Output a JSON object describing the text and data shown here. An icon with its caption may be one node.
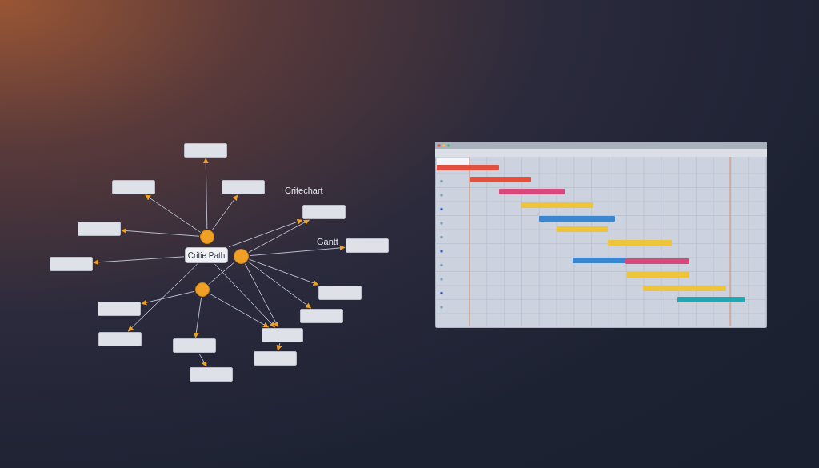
{
  "diagram": {
    "nodes": [
      {
        "text": [
          "Critie Path"
        ]
      },
      {
        "text": [],
        "shape": "circle"
      },
      {
        "text": [],
        "shape": "circle"
      },
      {
        "text": [],
        "shape": "circle"
      },
      {
        "text": [],
        "shape": "box"
      },
      {
        "text": [],
        "shape": "box"
      },
      {
        "text": [],
        "shape": "box"
      },
      {
        "text": [],
        "shape": "box"
      },
      {
        "text": [],
        "shape": "box"
      },
      {
        "text": [],
        "shape": "box"
      },
      {
        "text": [],
        "shape": "box"
      },
      {
        "text": [],
        "shape": "box"
      },
      {
        "text": [],
        "shape": "box"
      },
      {
        "text": [],
        "shape": "box"
      },
      {
        "text": [],
        "shape": "box"
      },
      {
        "text": [],
        "shape": "box"
      },
      {
        "text": [],
        "shape": "box"
      },
      {
        "text": [],
        "shape": "box"
      },
      {
        "text": [],
        "shape": "box"
      }
    ],
    "edges": [
      {
        "from": 1,
        "to": 4,
        "arrow": "to"
      },
      {
        "from": 1,
        "to": 6,
        "arrow": "to"
      },
      {
        "from": 1,
        "to": 5,
        "arrow": "to"
      },
      {
        "from": 1,
        "to": 7,
        "arrow": "to"
      },
      {
        "from": 0,
        "to": 9,
        "arrow": "to"
      },
      {
        "from": 0,
        "to": 8,
        "arrow": "to"
      },
      {
        "from": 2,
        "to": 8,
        "arrow": "to"
      },
      {
        "from": 2,
        "to": 10,
        "arrow": "to"
      },
      {
        "from": 2,
        "to": 11,
        "arrow": "to"
      },
      {
        "from": 2,
        "to": 13,
        "arrow": "to"
      },
      {
        "from": 2,
        "to": 16,
        "arrow": "to"
      },
      {
        "from": 0,
        "to": 16,
        "arrow": "to"
      },
      {
        "from": 3,
        "to": 16,
        "arrow": "to"
      },
      {
        "from": 2,
        "to": 3,
        "arrow": "none"
      },
      {
        "from": 3,
        "to": 12,
        "arrow": "to"
      },
      {
        "from": 0,
        "to": 14,
        "arrow": "to"
      },
      {
        "from": 3,
        "to": 15,
        "arrow": "to"
      },
      {
        "from": 15,
        "to": 18,
        "arrow": "to"
      },
      {
        "from": 16,
        "to": 17,
        "arrow": "to"
      }
    ],
    "labels": [
      "Critechart",
      "Gantt"
    ]
  }
}
